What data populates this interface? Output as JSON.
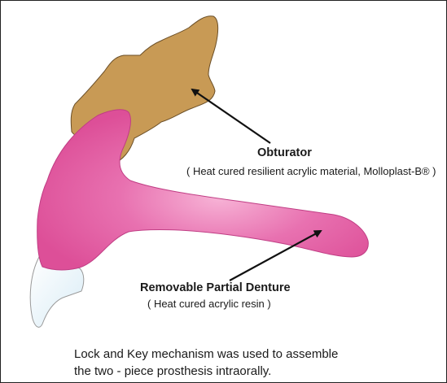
{
  "obturator": {
    "title": "Obturator",
    "subtitle": "( Heat cured resilient acrylic material, Molloplast-B® )",
    "color": "#c89a55"
  },
  "rpd": {
    "title": "Removable Partial Denture",
    "subtitle": "( Heat cured acrylic resin )",
    "color": "#e0559e"
  },
  "caption": {
    "line1": "Lock and Key mechanism was used to assemble",
    "line2": "the two - piece prosthesis intraorally."
  }
}
